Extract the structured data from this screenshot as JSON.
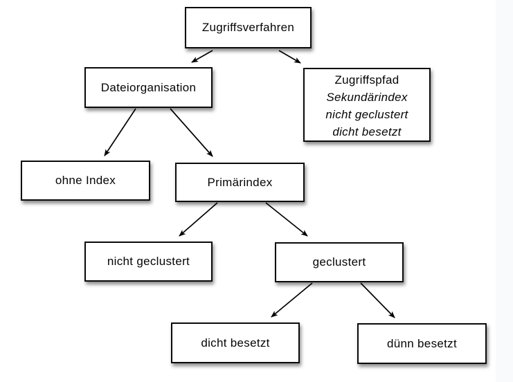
{
  "page": {
    "background_color": "#ffffff",
    "right_strip_color": "#f9fafb"
  },
  "diagram": {
    "type": "tree",
    "colors": {
      "box_fill": "#ffffff",
      "box_border": "#000000",
      "arrow": "#000000",
      "text": "#050505"
    },
    "nodes": {
      "zugriffsverfahren": {
        "label": "Zugriffsverfahren"
      },
      "dateiorganisation": {
        "label": "Dateiorganisation"
      },
      "zugriffspfad": {
        "lines": [
          "Zugriffspfad",
          "Sekundärindex",
          "nicht geclustert",
          "dicht besetzt"
        ]
      },
      "ohne_index": {
        "label": "ohne Index"
      },
      "primaerindex": {
        "label": "Primärindex"
      },
      "nicht_geclustert": {
        "label": "nicht geclustert"
      },
      "geclustert": {
        "label": "geclustert"
      },
      "dicht_besetzt": {
        "label": "dicht besetzt"
      },
      "duenn_besetzt": {
        "label": "dünn besetzt"
      }
    },
    "edges": [
      {
        "from": "Zugriffsverfahren",
        "to": "Dateiorganisation"
      },
      {
        "from": "Zugriffsverfahren",
        "to": "Zugriffspfad"
      },
      {
        "from": "Dateiorganisation",
        "to": "ohne Index"
      },
      {
        "from": "Dateiorganisation",
        "to": "Primärindex"
      },
      {
        "from": "Primärindex",
        "to": "nicht geclustert"
      },
      {
        "from": "Primärindex",
        "to": "geclustert"
      },
      {
        "from": "geclustert",
        "to": "dicht besetzt"
      },
      {
        "from": "geclustert",
        "to": "dünn besetzt"
      }
    ]
  }
}
